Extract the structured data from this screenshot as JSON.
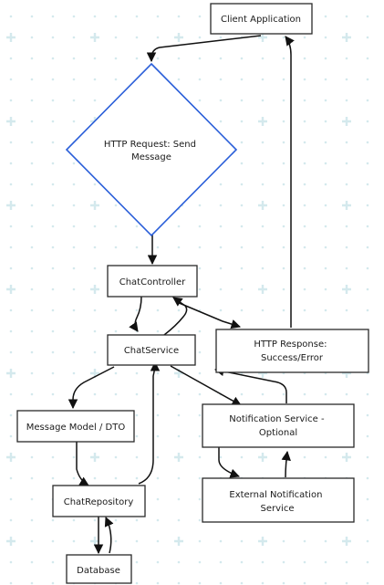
{
  "diagram": {
    "nodes": {
      "client_app": {
        "lines": [
          "Client Application"
        ]
      },
      "http_request": {
        "lines": [
          "HTTP Request: Send",
          "Message"
        ]
      },
      "chat_controller": {
        "lines": [
          "ChatController"
        ]
      },
      "chat_service": {
        "lines": [
          "ChatService"
        ]
      },
      "http_response": {
        "lines": [
          "HTTP Response:",
          "Success/Error"
        ]
      },
      "message_model": {
        "lines": [
          "Message Model / DTO"
        ]
      },
      "notification_service": {
        "lines": [
          "Notification Service -",
          "Optional"
        ]
      },
      "chat_repository": {
        "lines": [
          "ChatRepository"
        ]
      },
      "external_notification": {
        "lines": [
          "External Notification",
          "Service"
        ]
      },
      "database": {
        "lines": [
          "Database"
        ]
      }
    }
  },
  "colors": {
    "decision_stroke": "#2b5fd9",
    "node_stroke": "#2a2a2a",
    "edge": "#111111",
    "background_dots": "#d4e9ed"
  }
}
